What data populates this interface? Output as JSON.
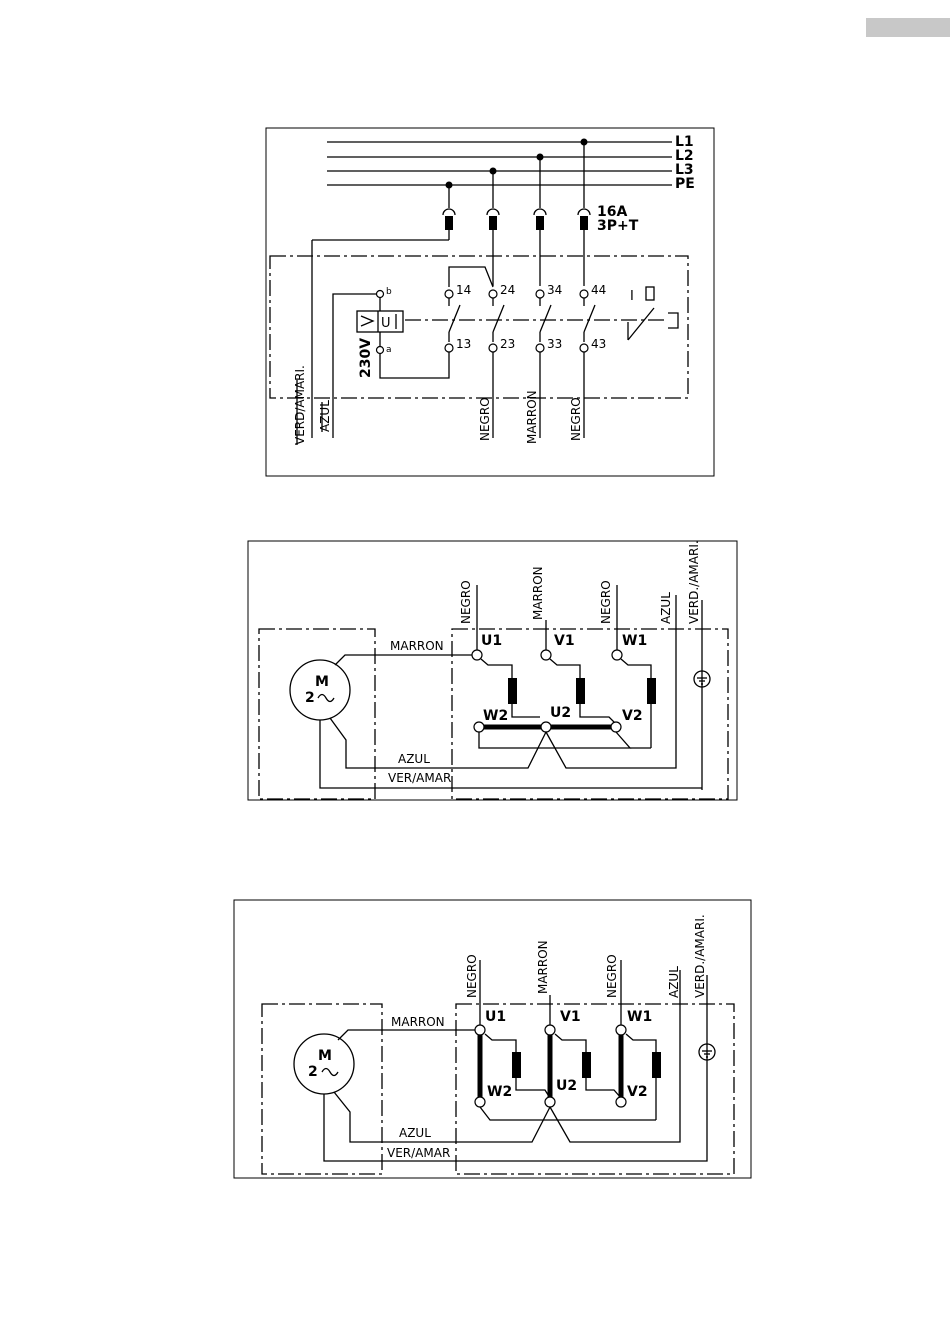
{
  "diagram1": {
    "bus_labels": [
      "L1",
      "L2",
      "L3",
      "PE"
    ],
    "breaker_rating": "16A",
    "breaker_poles": "3P+T",
    "contacts_top": [
      "14",
      "24",
      "34",
      "44"
    ],
    "contacts_bottom": [
      "13",
      "23",
      "33",
      "43"
    ],
    "coil_label": "U",
    "coil_term_b": "b",
    "coil_term_a": "a",
    "voltage": "230V",
    "switch_symbol": "I",
    "wires": [
      "VERD/AMARI.",
      "AZUL",
      "NEGRO",
      "MARRON",
      "NEGRO"
    ]
  },
  "diagram2": {
    "top_wires": [
      "NEGRO",
      "MARRON",
      "NEGRO",
      "AZUL",
      "VERD./AMARI."
    ],
    "terminals": [
      "U1",
      "V1",
      "W1",
      "W2",
      "U2",
      "V2"
    ],
    "motor_label": "M",
    "motor_phase": "2",
    "wire_marron": "MARRON",
    "wire_azul": "AZUL",
    "wire_veramar": "VER/AMAR"
  },
  "diagram3": {
    "top_wires": [
      "NEGRO",
      "MARRON",
      "NEGRO",
      "AZUL",
      "VERD./AMARI."
    ],
    "terminals": [
      "U1",
      "V1",
      "W1",
      "W2",
      "U2",
      "V2"
    ],
    "motor_label": "M",
    "motor_phase": "2",
    "wire_marron": "MARRON",
    "wire_azul": "AZUL",
    "wire_veramar": "VER/AMAR"
  },
  "colors": {
    "header_bar": "#c8c8c8",
    "ink": "#000000"
  }
}
